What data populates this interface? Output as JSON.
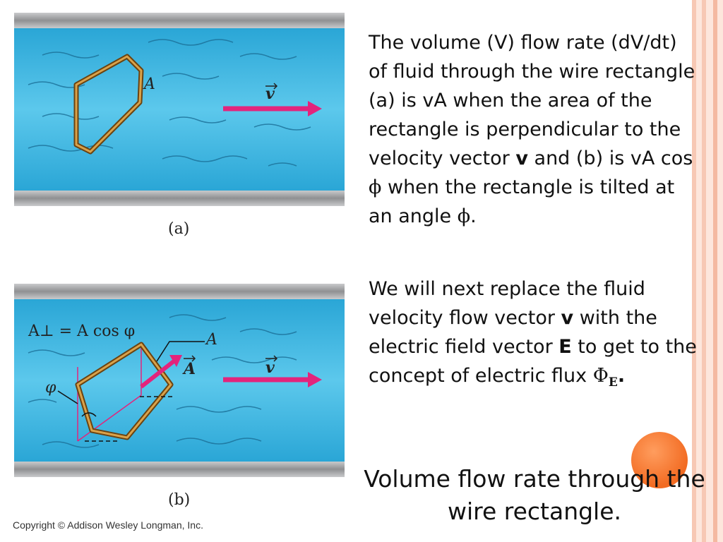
{
  "figure_a": {
    "caption": "(a)",
    "area_label": "A",
    "velocity_label": "v"
  },
  "figure_b": {
    "caption": "(b)",
    "formula_label": "A⊥ = A cos φ",
    "area_label": "A",
    "area_vector_label": "A",
    "velocity_label": "v",
    "angle_label": "φ"
  },
  "copyright": "Copyright © Addison Wesley Longman, Inc.",
  "paragraph1": {
    "line1": "The volume (V) flow rate (dV/dt) of fluid through the wire rectangle (a) is vA when the area of the rectangle is perpendicular to the velocity vector ",
    "bold_v": "v",
    "line2": " and (b) is vA cos ",
    "phi1": "ϕ",
    "line3": " when the rectangle is tilted at an angle ",
    "phi2": "ϕ",
    "line4": "."
  },
  "paragraph2": {
    "part1": "We will next replace the fluid velocity flow vector ",
    "bold_v": "v",
    "part2": " with the electric field vector ",
    "bold_e": "E",
    "part3": " to get to the concept of electric flux ",
    "flux_symbol": "Φ",
    "flux_subscript": "E",
    "part4": "."
  },
  "caption": "Volume flow rate through the wire rectangle.",
  "colors": {
    "fluid": "#33b3df",
    "wall": "#a9aaac",
    "wire": "#9b6a1e",
    "arrow": "#e3247c",
    "accent_dot": "#f26b22"
  }
}
